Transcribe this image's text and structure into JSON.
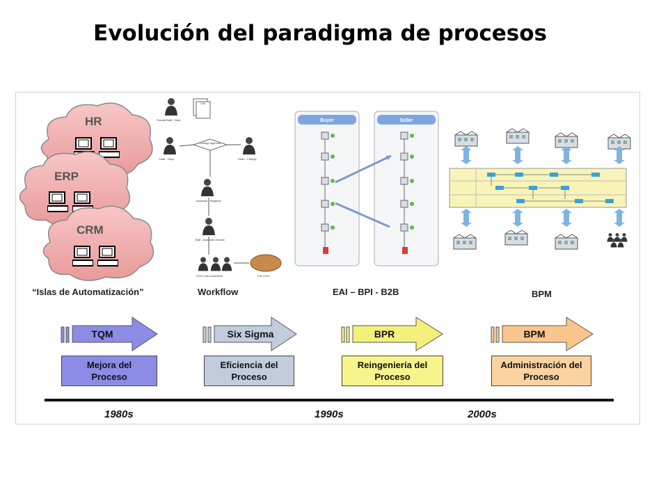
{
  "title": "Evolución del paradigma de procesos",
  "clouds": [
    {
      "label": "HR"
    },
    {
      "label": "ERP"
    },
    {
      "label": "CRM"
    }
  ],
  "section_labels": {
    "islands": "“Islas de Automatización”",
    "workflow": "Workflow",
    "eai": "EAI – BPI - B2B",
    "bpm": "BPM"
  },
  "workflow_nodes": {
    "caf": "CAF",
    "faculty": "Faculty/Staff - Dept.",
    "chair": "Chair - Dept.",
    "college": "College approval",
    "dean": "Dean - College",
    "registrar": "Assistant - Registrar",
    "senate": "Staff - Academic Senate",
    "coci_sub": "COCI Sub-committee",
    "full_coci": "Full COCI"
  },
  "eai_lanes": {
    "buyer": "Buyer",
    "seller": "Seller"
  },
  "arrows": [
    {
      "label": "TQM",
      "color": "#8c8ce6"
    },
    {
      "label": "Six Sigma",
      "color": "#c3ccdc"
    },
    {
      "label": "BPR",
      "color": "#f2f07a"
    },
    {
      "label": "BPM",
      "color": "#f9c58c"
    }
  ],
  "boxes": [
    {
      "line1": "Mejora del",
      "line2": "Proceso",
      "color": "#8c8ce6"
    },
    {
      "line1": "Eficiencia del",
      "line2": "Proceso",
      "color": "#c3ccdc"
    },
    {
      "line1": "Reingeniería del",
      "line2": "Proceso",
      "color": "#f8f48c"
    },
    {
      "line1": "Administración del",
      "line2": "Proceso",
      "color": "#fbd3a0"
    }
  ],
  "decades": [
    "1980s",
    "1990s",
    "2000s"
  ]
}
